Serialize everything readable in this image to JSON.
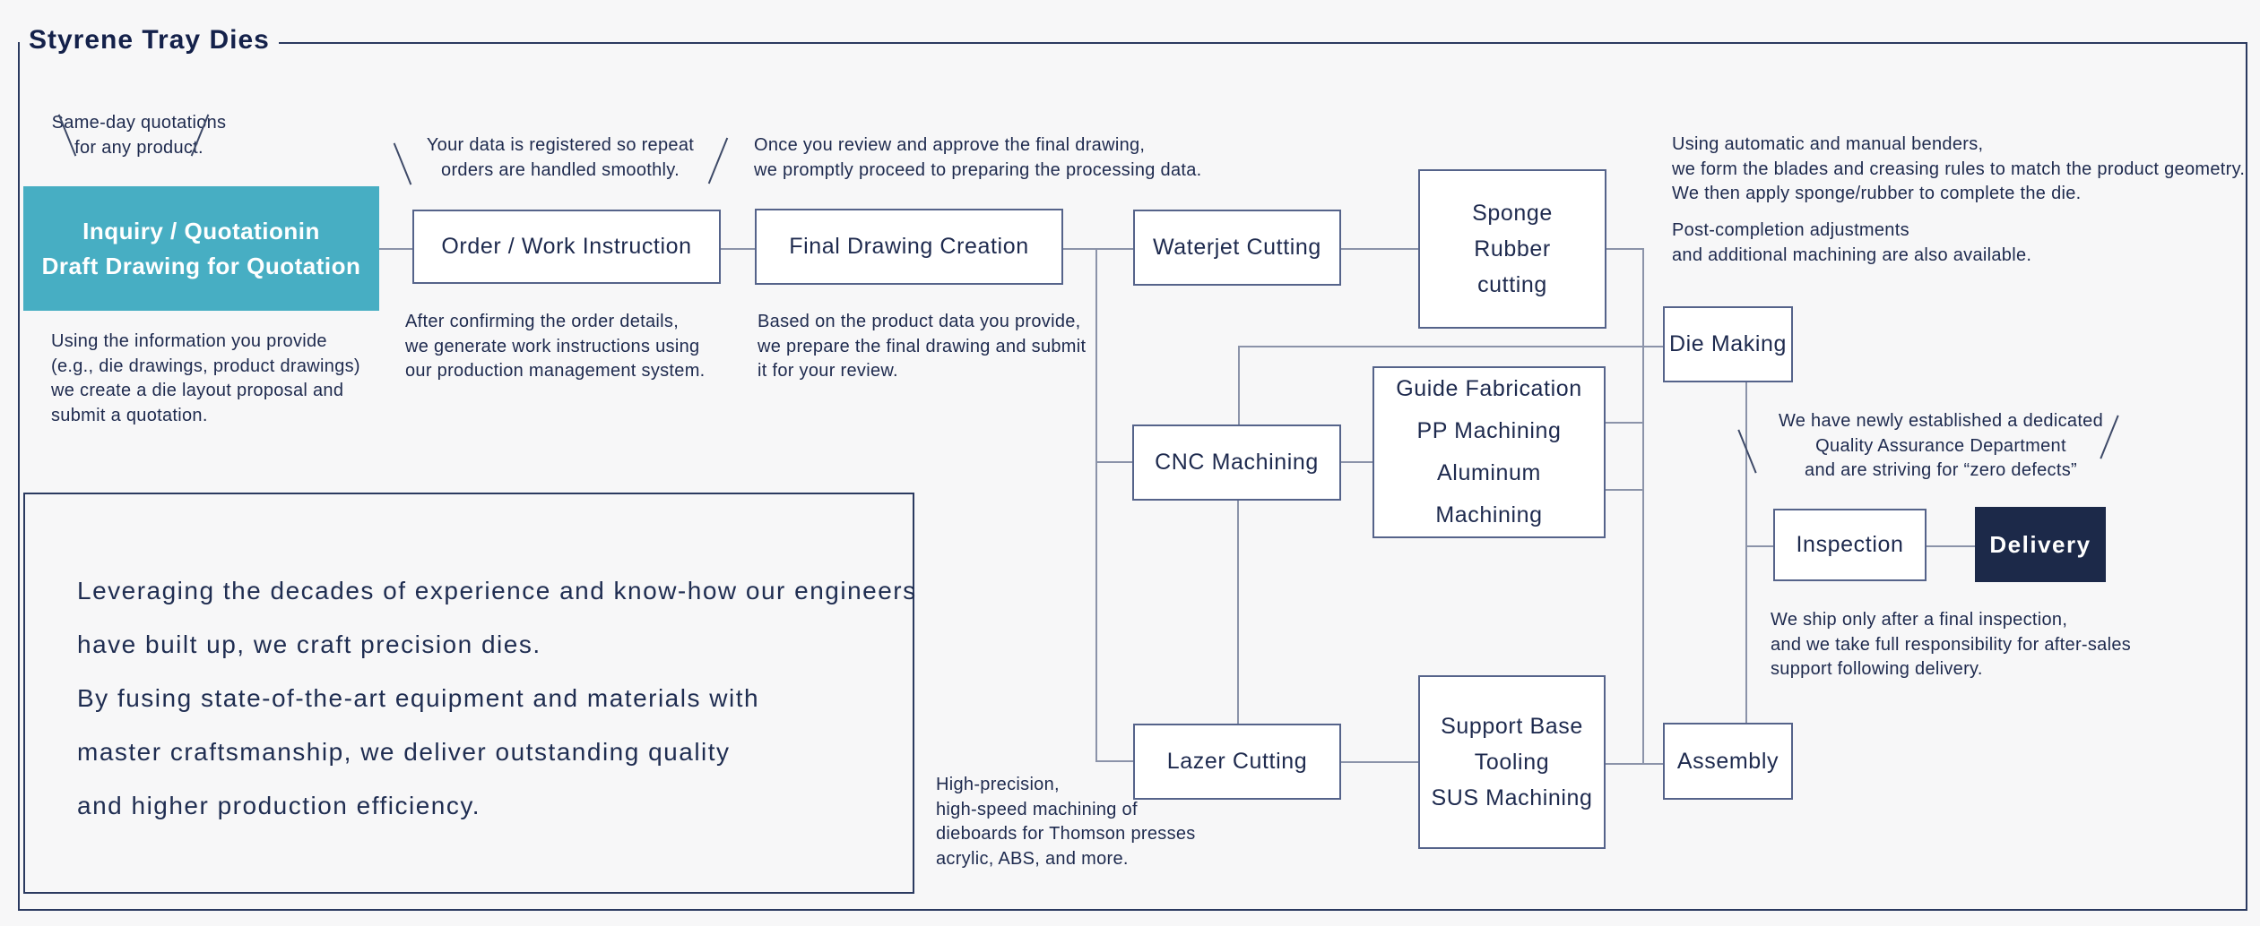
{
  "title": "Styrene Tray Dies",
  "colors": {
    "accent_teal": "#47aec3",
    "dark_navy": "#1c2949",
    "frame_border": "#2b3a60",
    "box_border": "#55638a",
    "connector": "#8b93a9",
    "text": "#1e2a4e",
    "background": "#f7f7f8"
  },
  "boxes": {
    "inquiry": {
      "line1": "Inquiry / Quotationin",
      "line2": "Draft Drawing for Quotation"
    },
    "order": {
      "label": "Order / Work Instruction"
    },
    "final_drawing": {
      "label": "Final Drawing Creation"
    },
    "waterjet": {
      "label": "Waterjet Cutting"
    },
    "sponge": {
      "line1": "Sponge",
      "line2": "Rubber",
      "line3": "cutting"
    },
    "cnc": {
      "label": "CNC Machining"
    },
    "guide": {
      "line1": "Guide Fabrication",
      "line2": "PP Machining",
      "line3": "Aluminum",
      "line4": "Machining"
    },
    "lazer": {
      "label": "Lazer Cutting"
    },
    "support": {
      "line1": "Support Base",
      "line2": "Tooling",
      "line3": "SUS Machining"
    },
    "die_making": {
      "label": "Die Making"
    },
    "assembly": {
      "label": "Assembly"
    },
    "inspection": {
      "label": "Inspection"
    },
    "delivery": {
      "label": "Delivery"
    }
  },
  "callouts": {
    "same_day": {
      "line1": "Same-day quotations",
      "line2": "for any product."
    },
    "repeat_orders": {
      "line1": "Your data is registered so repeat",
      "line2": "orders are handled smoothly."
    },
    "quality": {
      "line1": "We have newly established a dedicated",
      "line2": "Quality Assurance Department",
      "line3": "and are striving for “zero defects”"
    }
  },
  "notes": {
    "inquiry_note": {
      "line1": "Using the information you provide",
      "line2": "(e.g., die drawings, product drawings)",
      "line3": "we create a die layout proposal and",
      "line4": "submit a quotation."
    },
    "order_note": {
      "line1": "After confirming the order details,",
      "line2": "we generate work instructions using",
      "line3": "our production management system."
    },
    "final_above_note": {
      "line1": "Once you review and approve the final drawing,",
      "line2": "we promptly proceed to preparing the processing data."
    },
    "final_below_note": {
      "line1": "Based on the product data you provide,",
      "line2": "we prepare the final drawing and submit",
      "line3": "it for your review."
    },
    "die_note_a": {
      "line1": "Using automatic and manual benders,",
      "line2": "we form the blades and creasing rules to match the product geometry.",
      "line3": "We then apply sponge/rubber to complete the die."
    },
    "die_note_b": {
      "line1": "Post-completion adjustments",
      "line2": "and additional machining are also available."
    },
    "ship_note": {
      "line1": "We ship only after a final inspection,",
      "line2": "and we take full responsibility for after-sales",
      "line3": "support following delivery."
    },
    "lazer_note": {
      "line1": "High-precision,",
      "line2": "high-speed machining of",
      "line3": "dieboards for Thomson presses",
      "line4": "acrylic, ABS, and more."
    }
  },
  "statement": {
    "line1": "Leveraging the decades of experience and know-how our engineers",
    "line2": "have built up, we craft precision dies.",
    "line3": "By fusing state-of-the-art equipment and materials with",
    "line4": "master craftsmanship, we deliver outstanding quality",
    "line5": "and higher production efficiency."
  }
}
